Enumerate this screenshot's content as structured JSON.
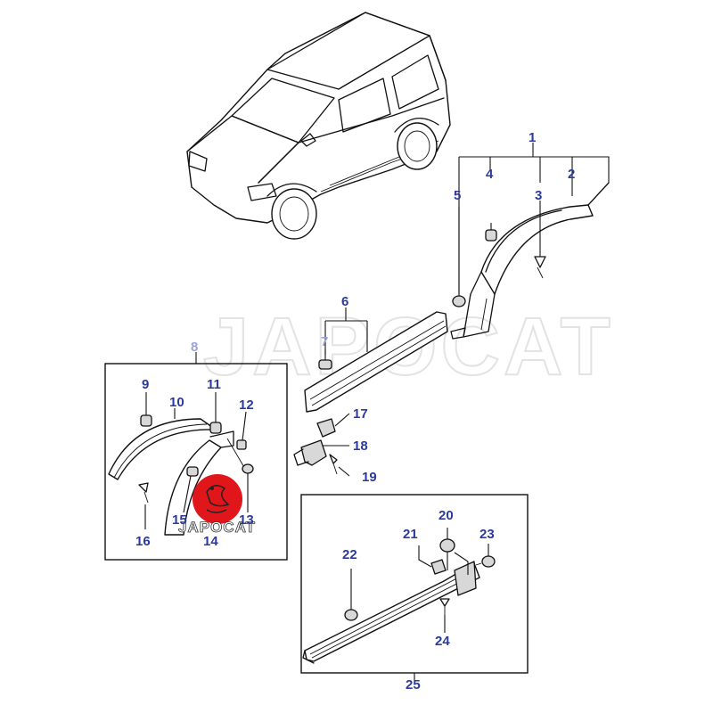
{
  "callouts": {
    "c1": "1",
    "c2": "2",
    "c3": "3",
    "c4": "4",
    "c5": "5",
    "c6": "6",
    "c7": "7",
    "c8": "8",
    "c9": "9",
    "c10": "10",
    "c11": "11",
    "c12": "12",
    "c13": "13",
    "c14": "14",
    "c15": "15",
    "c16": "16",
    "c17": "17",
    "c18": "18",
    "c19": "19",
    "c20": "20",
    "c21": "21",
    "c22": "22",
    "c23": "23",
    "c24": "24",
    "c25": "25"
  },
  "watermark": {
    "text": "JAPOCAT"
  },
  "logo": {
    "text": "JAPOCAT",
    "color": "#e0161b"
  },
  "colors": {
    "callout": "#2b3a9c",
    "callout_faded": "#9aa3d6",
    "line": "#111111"
  }
}
